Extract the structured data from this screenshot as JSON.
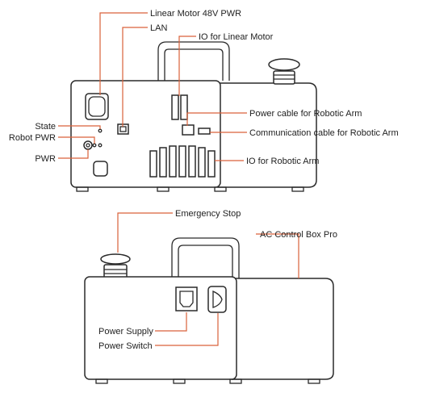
{
  "colors": {
    "leader": "#d9623a",
    "outline": "#2a2a2a",
    "text": "#222222"
  },
  "top_view": {
    "labels": {
      "linear_motor_pwr": "Linear Motor 48V PWR",
      "lan": "LAN",
      "io_linear_motor": "IO  for Linear Motor",
      "power_cable_robotic_arm": "Power cable for Robotic Arm",
      "communication_cable": "Communication cable for Robotic Arm",
      "io_robotic_arm": "IO for Robotic Arm",
      "state": "State",
      "robot_pwr": "Robot PWR",
      "pwr": "PWR"
    }
  },
  "bottom_view": {
    "labels": {
      "emergency_stop": "Emergency Stop",
      "ac_control_box_pro": "AC Control Box Pro",
      "power_supply": "Power Supply",
      "power_switch": "Power Switch"
    }
  }
}
